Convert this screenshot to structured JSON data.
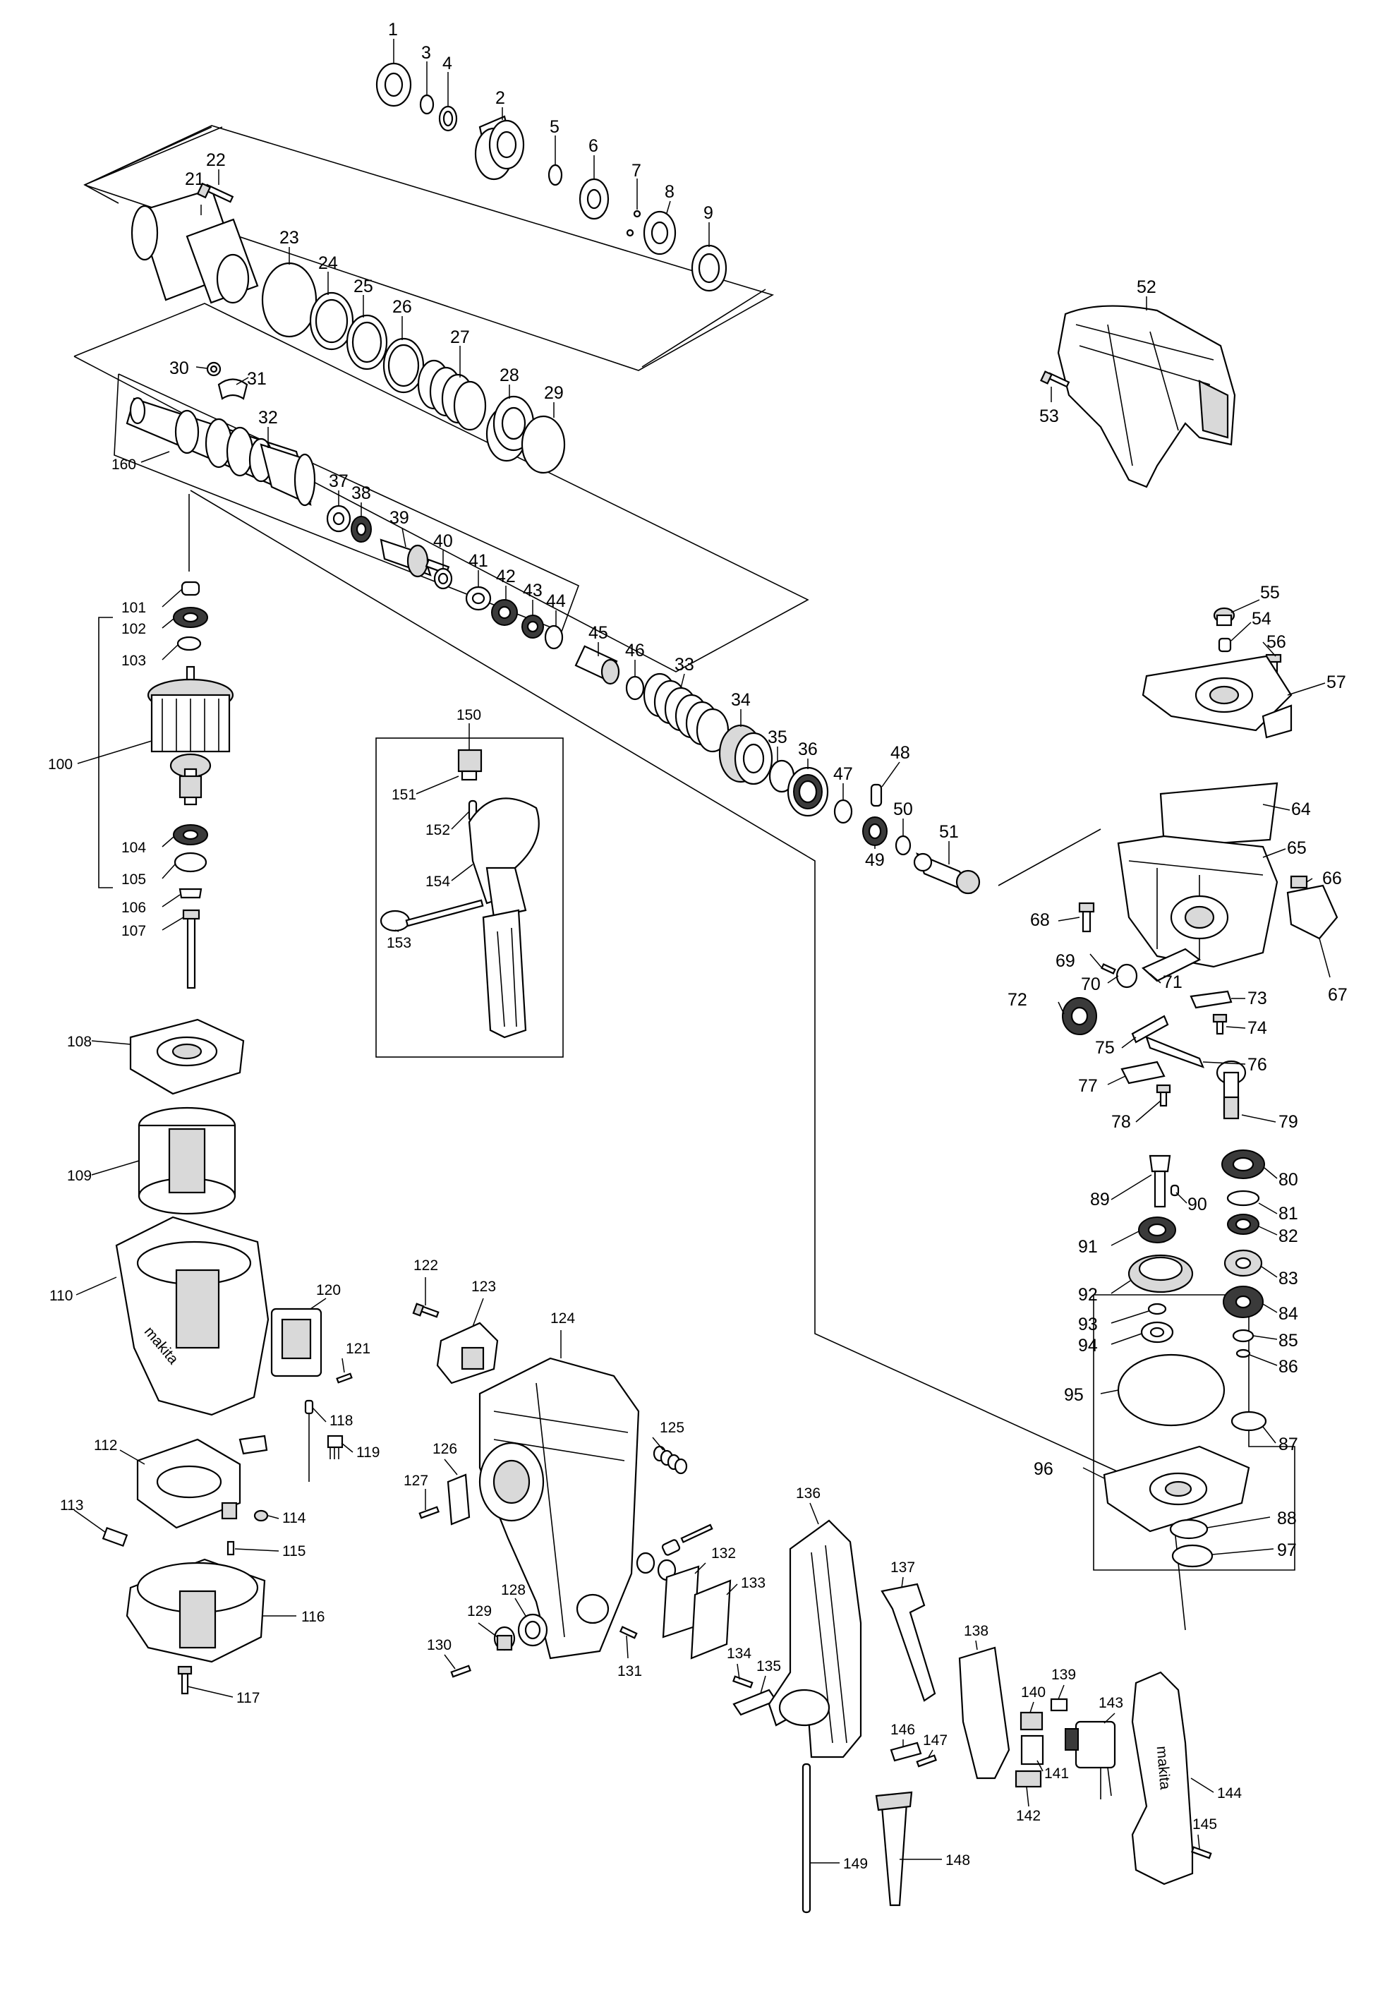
{
  "title": "",
  "callouts": {
    "p1": "1",
    "p2": "2",
    "p3": "3",
    "p4": "4",
    "p5": "5",
    "p6": "6",
    "p7": "7",
    "p8": "8",
    "p9": "9",
    "p21": "21",
    "p22": "22",
    "p23": "23",
    "p24": "24",
    "p25": "25",
    "p26": "26",
    "p27": "27",
    "p28": "28",
    "p29": "29",
    "p30": "30",
    "p31": "31",
    "p32": "32",
    "p33": "33",
    "p34": "34",
    "p35": "35",
    "p36": "36",
    "p37": "37",
    "p38": "38",
    "p39": "39",
    "p40": "40",
    "p41": "41",
    "p42": "42",
    "p43": "43",
    "p44": "44",
    "p45": "45",
    "p46": "46",
    "p47": "47",
    "p48": "48",
    "p49": "49",
    "p50": "50",
    "p51": "51",
    "p52": "52",
    "p53": "53",
    "p54": "54",
    "p55": "55",
    "p56": "56",
    "p57": "57",
    "p64": "64",
    "p65": "65",
    "p66": "66",
    "p67": "67",
    "p68": "68",
    "p69": "69",
    "p70": "70",
    "p71": "71",
    "p72": "72",
    "p73": "73",
    "p74": "74",
    "p75": "75",
    "p76": "76",
    "p77": "77",
    "p78": "78",
    "p79": "79",
    "p80": "80",
    "p81": "81",
    "p82": "82",
    "p83": "83",
    "p84": "84",
    "p85": "85",
    "p86": "86",
    "p87": "87",
    "p88": "88",
    "p89": "89",
    "p90": "90",
    "p91": "91",
    "p92": "92",
    "p93": "93",
    "p94": "94",
    "p95": "95",
    "p96": "96",
    "p97": "97",
    "p100": "100",
    "p101": "101",
    "p102": "102",
    "p103": "103",
    "p104": "104",
    "p105": "105",
    "p106": "106",
    "p107": "107",
    "p108": "108",
    "p109": "109",
    "p110": "110",
    "p112": "112",
    "p113": "113",
    "p114": "114",
    "p115": "115",
    "p116": "116",
    "p117": "117",
    "p118": "118",
    "p119": "119",
    "p120": "120",
    "p121": "121",
    "p122": "122",
    "p123": "123",
    "p124": "124",
    "p125": "125",
    "p126": "126",
    "p127": "127",
    "p128": "128",
    "p129": "129",
    "p130": "130",
    "p131": "131",
    "p132": "132",
    "p133": "133",
    "p134": "134",
    "p135": "135",
    "p136": "136",
    "p137": "137",
    "p138": "138",
    "p139": "139",
    "p140": "140",
    "p141": "141",
    "p142": "142",
    "p143": "143",
    "p144": "144",
    "p145": "145",
    "p146": "146",
    "p147": "147",
    "p148": "148",
    "p149": "149",
    "p150": "150",
    "p151": "151",
    "p152": "152",
    "p153": "153",
    "p154": "154",
    "p160": "160"
  },
  "housing_logo_text": "makita",
  "grip_logo_text": "makita"
}
